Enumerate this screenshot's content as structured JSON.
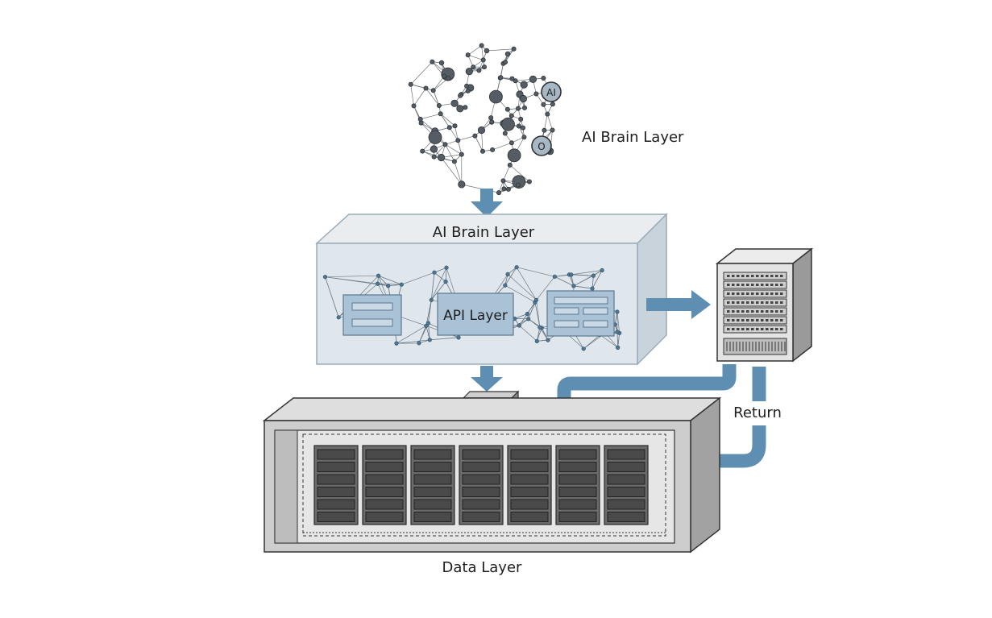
{
  "brain": {
    "title": "AI Brain Layer",
    "node_ai": "AI",
    "node_o": "O"
  },
  "middle": {
    "title": "AI Brain Layer",
    "api_label": "API Layer"
  },
  "server": {
    "return_label": "Return"
  },
  "data": {
    "title": "Data Layer"
  },
  "colors": {
    "accent": "#5e8fb3",
    "panel": "#a9c2d6",
    "box_glass": "#e9eef2",
    "data_box": "#cfcfcf"
  }
}
